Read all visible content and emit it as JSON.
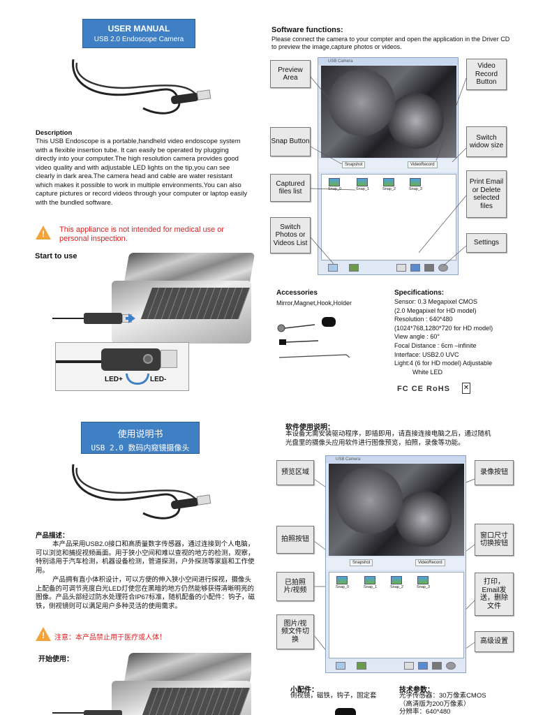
{
  "en": {
    "title_box": {
      "line1": "USER MANUAL",
      "line2": "USB 2.0 Endoscope Camera"
    },
    "description_heading": "Description",
    "description_body": "This USB Endoscope is a portable,handheld video endoscope system with a flexible insertion tube. It can easily be operated by plugging directly into your computer.The high resolution camera provides good video quality and with adjustable LED lights on the tip,you can see clearly in dark area.The camera head and cable are water resistant which makes it possible to work in multiple environments.You can also capture pictures or record videos through your computer or laptop easily with the bundled software.",
    "warning": "This appliance is not intended for medical use or personal inspection.",
    "start_heading": "Start to use",
    "led_plus": "LED+",
    "led_minus": "LED-",
    "software_heading": "Software functions:",
    "software_body": "Please connect the camera to your compter and open the application in the Driver CD to preview the image,capture photos or videos.",
    "callouts": {
      "preview": "Preview Area",
      "video_record": "Video Record Button",
      "snap": "Snap Button",
      "switch_size": "Switch widow size",
      "captured": "Captured files list",
      "print_email": "Print Email or Delete selected files",
      "switch_list": "Switch Photos or Videos List",
      "settings": "Settings"
    },
    "accessories_heading": "Accessories",
    "accessories_body": "Mirror,Magnet,Hook,Holder",
    "specs_heading": "Specifications:",
    "specs_lines": [
      "Sensor: 0.3 Megapixel CMOS",
      "(2.0 Megapixel for HD model)",
      "Resolution : 640*480",
      "(1024*768,1280*720 for HD model)",
      "View angle : 60°",
      "Focal Distance : 6cm –infinite",
      "Interface: USB2.0 UVC",
      "Light:4 (6 for HD model) Adjustable",
      "White LED"
    ],
    "certs": "FC CE RoHS"
  },
  "app": {
    "window_title": "USB Camera",
    "snapshot_label": "Snapshot",
    "video_record_label": "VideoRecord",
    "files": [
      "Snap_0",
      "Snap_1",
      "Snap_2",
      "Snap_3"
    ]
  },
  "cn": {
    "title_box": {
      "line1": "使用说明书",
      "line2": "USB 2.0 数码内窥镜摄像头"
    },
    "description_heading": "产品描述：",
    "description_body_1": "本产品采用USB2.0接口和高质量数字传感器，通过连接到个人电脑，可以浏览和捕捉视频画面。用于狭小空间和难以查视的地方的检测，观察，特别适用于汽车检测，机器设备检测，管道探测，户外探测等家庭和工作使用。",
    "description_body_2": "产品拥有直小体积设计，可以方便的伸入狭小空间进行探视，摄像头上配备的可调节亮度白光LED灯使您在黑暗的地方仍然能够获得清晰明亮的图像。产品头部经过防水处理符合IP67标准，随机配备的小配件：钩子，磁铁，侧视镜则可以满足用户多种灵活的使用需求。",
    "warning": "注意：本产品禁止用于医疗或人体！",
    "start_heading": "开始使用：",
    "software_heading": "软件使用说明：",
    "software_body": "本设备无需安装驱动程序，即插即用，请直接连接电脑之后，通过随机光盘里的摄像头应用软件进行图像预览，拍照，录像等功能。",
    "callouts": {
      "preview": "预览区域",
      "video_record": "录像按钮",
      "snap": "拍照按钮",
      "switch_size": "窗口尺寸切换按钮",
      "captured": "已拍照片/视频",
      "print_email": "打印，Email发送，删除文件",
      "switch_list": "图片/视频文件切换",
      "settings": "高级设置"
    },
    "accessories_heading": "小配件：",
    "accessories_body": "侧视镜，磁铁，钩子，固定套",
    "specs_heading": "技术参数：",
    "specs_lines": [
      "光学传感器：30万像素CMOS",
      "（高清版为200万像素）",
      "分辨率：640*480"
    ]
  }
}
